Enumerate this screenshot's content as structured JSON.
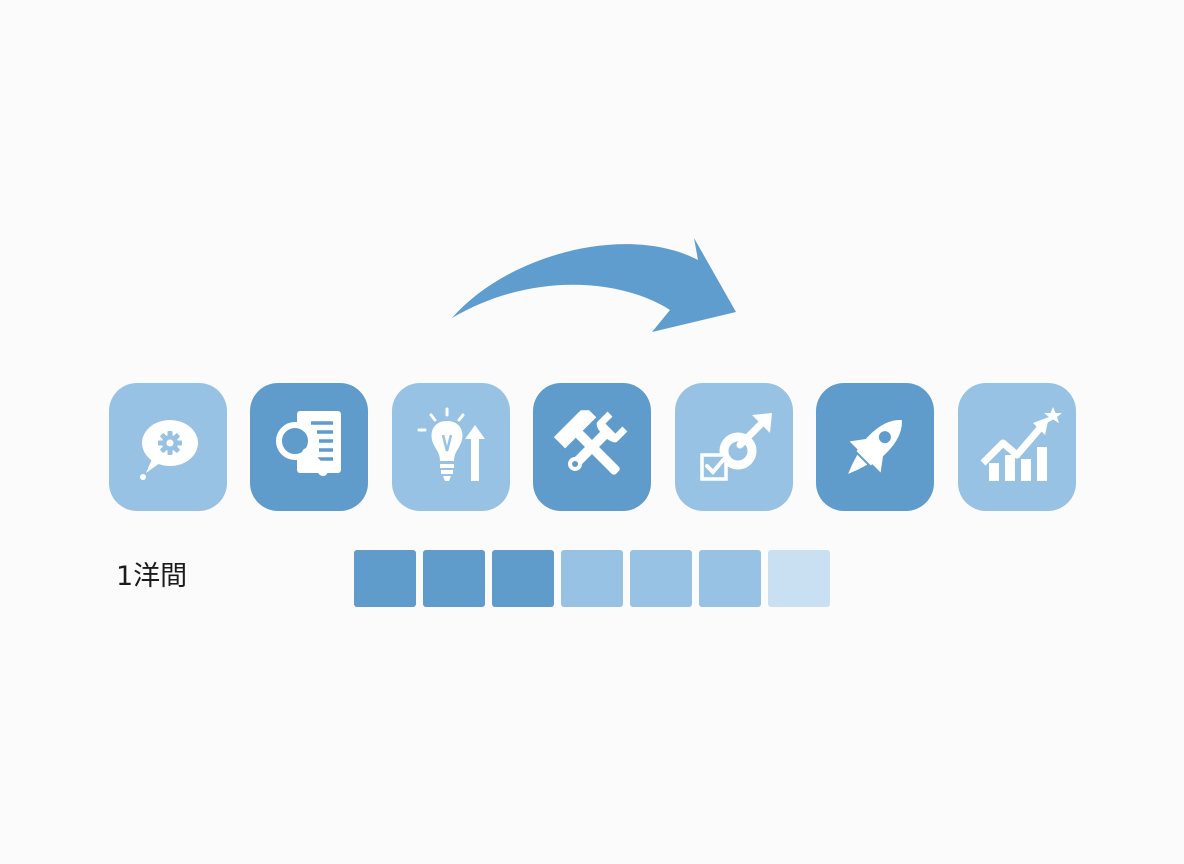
{
  "colors": {
    "background": "#fbfbfb",
    "dark": "#5f9ccb",
    "light": "#97c2e3",
    "faint": "#c9e0f2",
    "arrow": "#5e9dcd",
    "glyph": "#ffffff"
  },
  "flow_arrow": {
    "icon": "curved-right-arrow-icon"
  },
  "steps": [
    {
      "icon": "speech-bubble-gear-icon",
      "tone": "light"
    },
    {
      "icon": "document-magnifier-icon",
      "tone": "dark"
    },
    {
      "icon": "lightbulb-up-arrow-icon",
      "tone": "light"
    },
    {
      "icon": "wrench-hammer-icon",
      "tone": "dark"
    },
    {
      "icon": "checkbox-connection-arrow-icon",
      "tone": "light"
    },
    {
      "icon": "rocket-icon",
      "tone": "dark"
    },
    {
      "icon": "growth-chart-star-icon",
      "tone": "light"
    }
  ],
  "duration": {
    "label": "1洋間"
  },
  "progress": {
    "total_segments": 7,
    "segments": [
      "dark",
      "dark",
      "dark",
      "light",
      "light",
      "light",
      "faint"
    ]
  }
}
